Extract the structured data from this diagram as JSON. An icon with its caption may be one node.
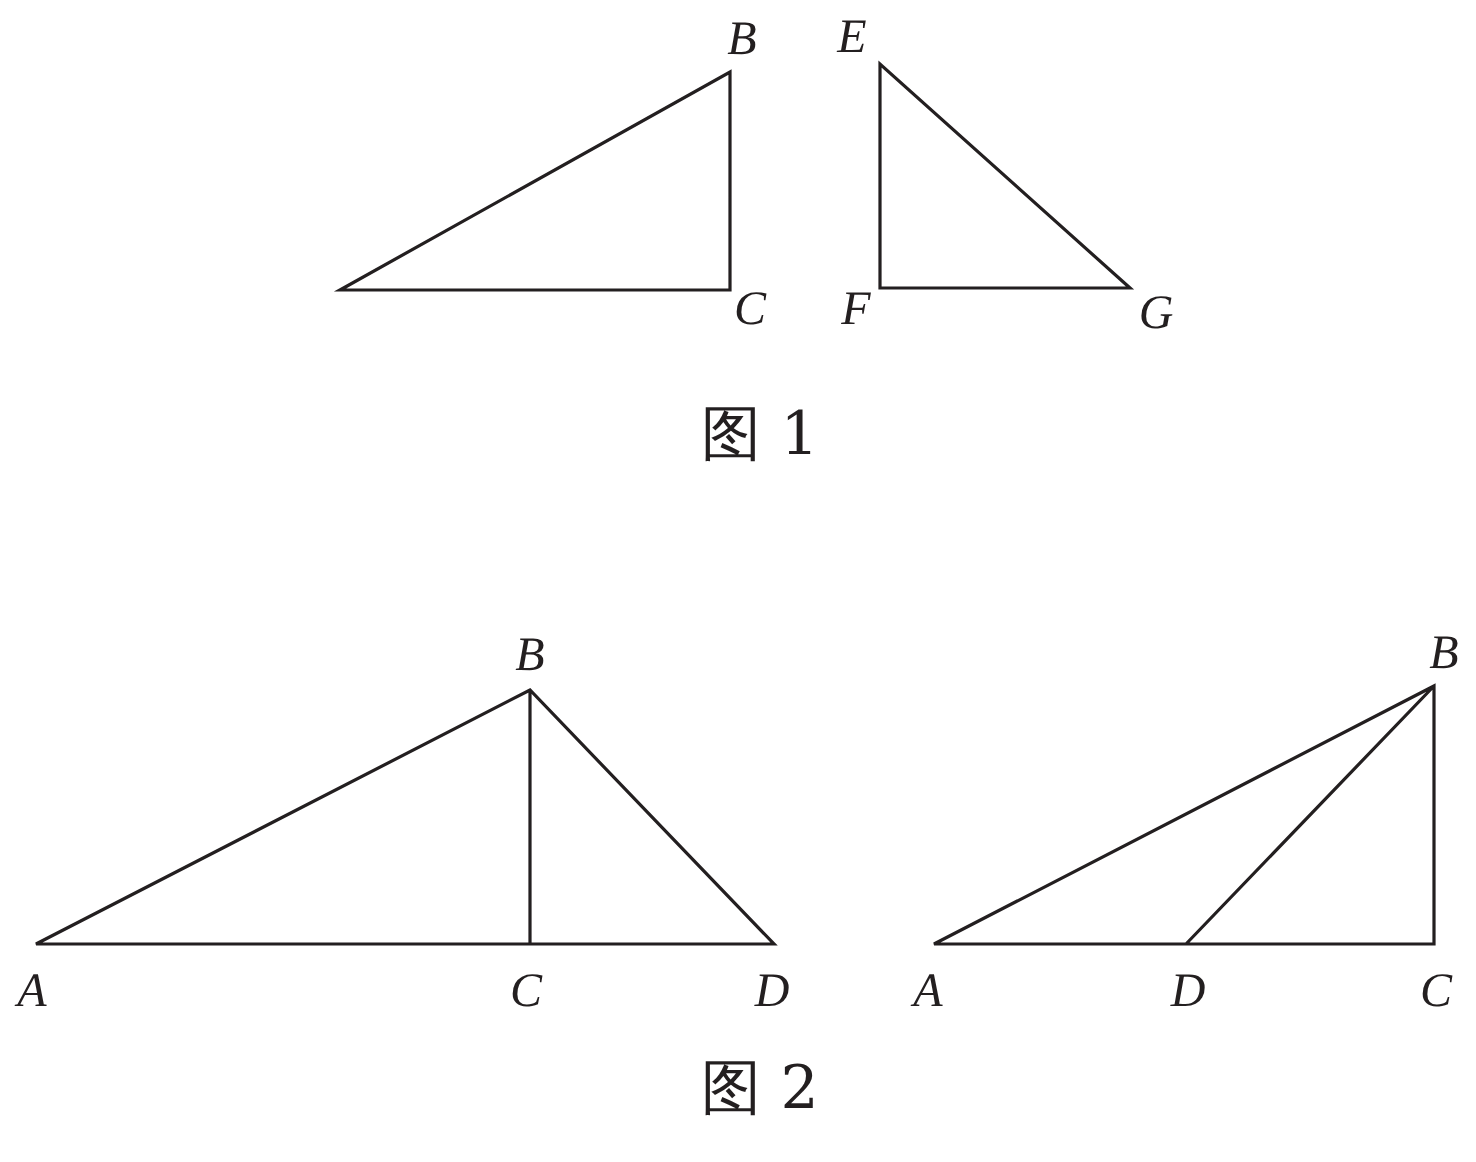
{
  "diagram": {
    "labels": [
      "B",
      "E",
      "C",
      "F",
      "G",
      "图 1",
      "B",
      "B",
      "A",
      "C",
      "D",
      "A",
      "D",
      "C",
      "图 2"
    ]
  }
}
